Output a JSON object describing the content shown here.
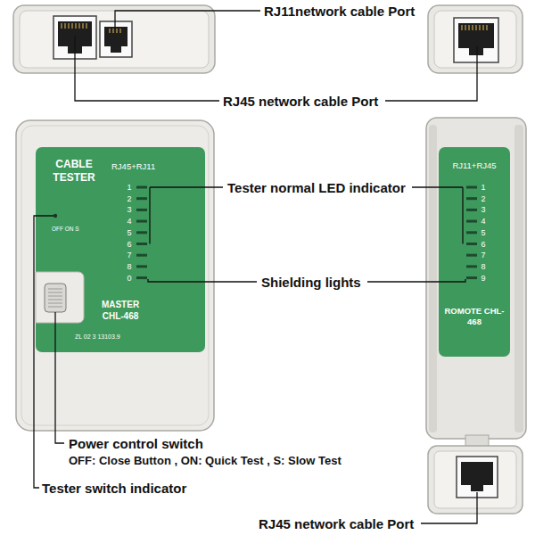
{
  "diagram": {
    "nodes": [
      {
        "text": [
          "CABLE TESTER",
          "RJ45+RJ11",
          "1",
          "2",
          "3",
          "4",
          "5",
          "6",
          "7",
          "8",
          "0",
          "OFF ON S",
          "MASTER CHL-468",
          "ZL 02 3 13103.9"
        ]
      },
      {
        "text": [
          "RJ11+RJ45",
          "1",
          "2",
          "3",
          "4",
          "5",
          "6",
          "7",
          "8",
          "9",
          "ROMOTE CHL-468"
        ]
      }
    ],
    "labels": [
      "RJ11network cable Port",
      "RJ45 network cable Port",
      "Tester normal LED indicator",
      "Shielding lights",
      "Power control switch",
      "OFF: Close Button , ON: Quick Test , S: Slow Test",
      "Tester switch indicator",
      "RJ45 network cable Port"
    ]
  }
}
